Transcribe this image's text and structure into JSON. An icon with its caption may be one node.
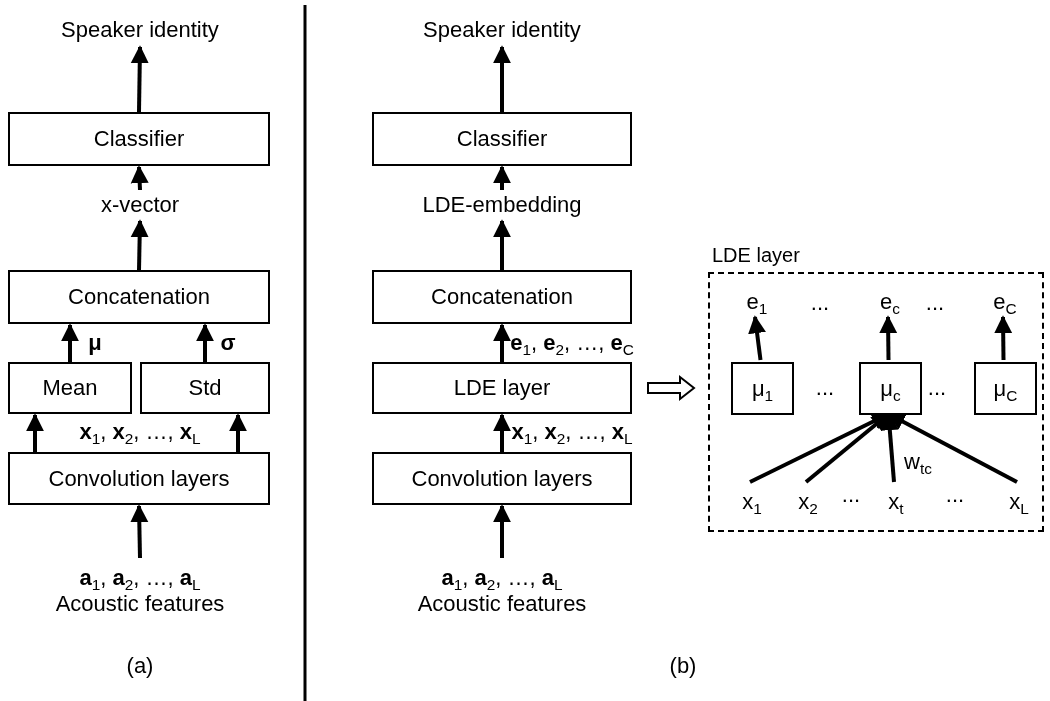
{
  "diagram": {
    "nodes": [
      {
        "text": [
          "Speaker identity"
        ]
      },
      {
        "text": [
          "Classifier"
        ]
      },
      {
        "text": [
          "x-vector"
        ]
      },
      {
        "text": [
          "Concatenation"
        ]
      },
      {
        "text": [
          "Mean"
        ]
      },
      {
        "text": [
          "Std"
        ]
      },
      {
        "text": [
          "Convolution layers"
        ]
      },
      {
        "text": [
          "**a**$_{1}$, **a**$_{2}$, …, **a**$_{L}$",
          "Acoustic features"
        ]
      },
      {
        "text": [
          "Speaker identity"
        ]
      },
      {
        "text": [
          "Classifier"
        ]
      },
      {
        "text": [
          "LDE-embedding"
        ]
      },
      {
        "text": [
          "Concatenation"
        ]
      },
      {
        "text": [
          "LDE layer"
        ]
      },
      {
        "text": [
          "Convolution layers"
        ]
      },
      {
        "text": [
          "**a**$_{1}$, **a**$_{2}$, …, **a**$_{L}$",
          "Acoustic features"
        ]
      },
      {
        "text": [
          "LDE layer"
        ]
      },
      {
        "text": [
          "e$_{1}$"
        ],
        "in": 15
      },
      {
        "text": [
          "e$_{c}$"
        ],
        "in": 15
      },
      {
        "text": [
          "e$_{C}$"
        ],
        "in": 15
      },
      {
        "text": [
          "μ$_{1}$"
        ],
        "in": 15
      },
      {
        "text": [
          "μ$_{c}$"
        ],
        "in": 15
      },
      {
        "text": [
          "μ$_{C}$"
        ],
        "in": 15
      },
      {
        "text": [
          "x$_{1}$"
        ],
        "in": 15
      },
      {
        "text": [
          "x$_{2}$"
        ],
        "in": 15
      },
      {
        "text": [
          "x$_{t}$"
        ],
        "in": 15
      },
      {
        "text": [
          "x$_{L}$"
        ],
        "in": 15
      }
    ],
    "edges": [
      {
        "from": 7,
        "to": 6,
        "arrow": "to"
      },
      {
        "from": 6,
        "to": 4,
        "arrow": "to"
      },
      {
        "from": 6,
        "to": 5,
        "arrow": "to"
      },
      {
        "from": 4,
        "to": 3,
        "arrow": "to",
        "label": "μ"
      },
      {
        "from": 5,
        "to": 3,
        "arrow": "to",
        "label": "σ"
      },
      {
        "from": 3,
        "to": 2,
        "arrow": "to"
      },
      {
        "from": 2,
        "to": 1,
        "arrow": "to"
      },
      {
        "from": 1,
        "to": 0,
        "arrow": "to"
      },
      {
        "from": 14,
        "to": 13,
        "arrow": "to"
      },
      {
        "from": 13,
        "to": 12,
        "arrow": "to",
        "label": "**x**$_{1}$, **x**$_{2}$, …, **x**$_{L}$"
      },
      {
        "from": 12,
        "to": 11,
        "arrow": "to",
        "label": "**e**$_{1}$, **e**$_{2}$, …, **e**$_{C}$"
      },
      {
        "from": 11,
        "to": 10,
        "arrow": "to"
      },
      {
        "from": 10,
        "to": 9,
        "arrow": "to"
      },
      {
        "from": 9,
        "to": 8,
        "arrow": "to"
      },
      {
        "from": 12,
        "to": 15,
        "arrow": "to",
        "style": "thick"
      },
      {
        "from": 19,
        "to": 16,
        "arrow": "to"
      },
      {
        "from": 20,
        "to": 17,
        "arrow": "to"
      },
      {
        "from": 21,
        "to": 18,
        "arrow": "to"
      },
      {
        "from": 22,
        "to": 20,
        "arrow": "to"
      },
      {
        "from": 23,
        "to": 20,
        "arrow": "to"
      },
      {
        "from": 24,
        "to": 20,
        "arrow": "to",
        "label": "w$_{tc}$"
      },
      {
        "from": 25,
        "to": 20,
        "arrow": "to"
      }
    ],
    "labels": [
      "**x**$_{1}$, **x**$_{2}$, …, **x**$_{L}$",
      "...",
      "...",
      "...",
      "...",
      "...",
      "...",
      "(a)",
      "(b)"
    ]
  }
}
